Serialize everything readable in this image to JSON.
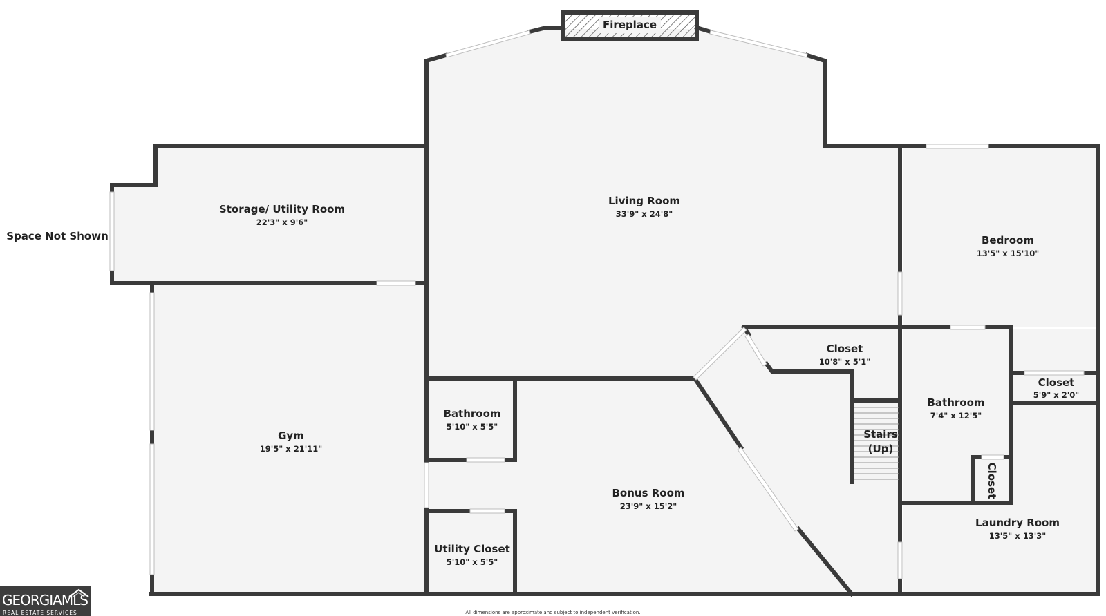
{
  "labels": {
    "fireplace": "Fireplace",
    "space_not_shown": "Space Not Shown",
    "disclaimer": "All dimensions are approximate and subject to independent verification."
  },
  "rooms": {
    "living_room": {
      "name": "Living Room",
      "dim": "33'9\" x 24'8\""
    },
    "storage": {
      "name": "Storage/ Utility Room",
      "dim": "22'3\" x 9'6\""
    },
    "gym": {
      "name": "Gym",
      "dim": "19'5\" x 21'11\""
    },
    "bathroom_left": {
      "name": "Bathroom",
      "dim": "5'10\" x 5'5\""
    },
    "utility_closet": {
      "name": "Utility Closet",
      "dim": "5'10\" x 5'5\""
    },
    "bonus_room": {
      "name": "Bonus Room",
      "dim": "23'9\" x 15'2\""
    },
    "closet_center": {
      "name": "Closet",
      "dim": "10'8\" x 5'1\""
    },
    "stairs": {
      "name": "Stairs",
      "sub": "(Up)"
    },
    "bedroom": {
      "name": "Bedroom",
      "dim": "13'5\" x 15'10\""
    },
    "bathroom_right": {
      "name": "Bathroom",
      "dim": "7'4\" x 12'5\""
    },
    "closet_right": {
      "name": "Closet",
      "dim": "5'9\" x 2'0\""
    },
    "closet_small": {
      "name": "Closet"
    },
    "laundry_room": {
      "name": "Laundry Room",
      "dim": "13'5\" x 13'3\""
    }
  },
  "logo": {
    "main_bold": "GEORGIA",
    "main_light": "MLS",
    "sub": "REAL ESTATE SERVICES"
  },
  "colors": {
    "wall": "#3a3a3a",
    "floor": "#f4f4f4",
    "window": "#ffffff"
  }
}
